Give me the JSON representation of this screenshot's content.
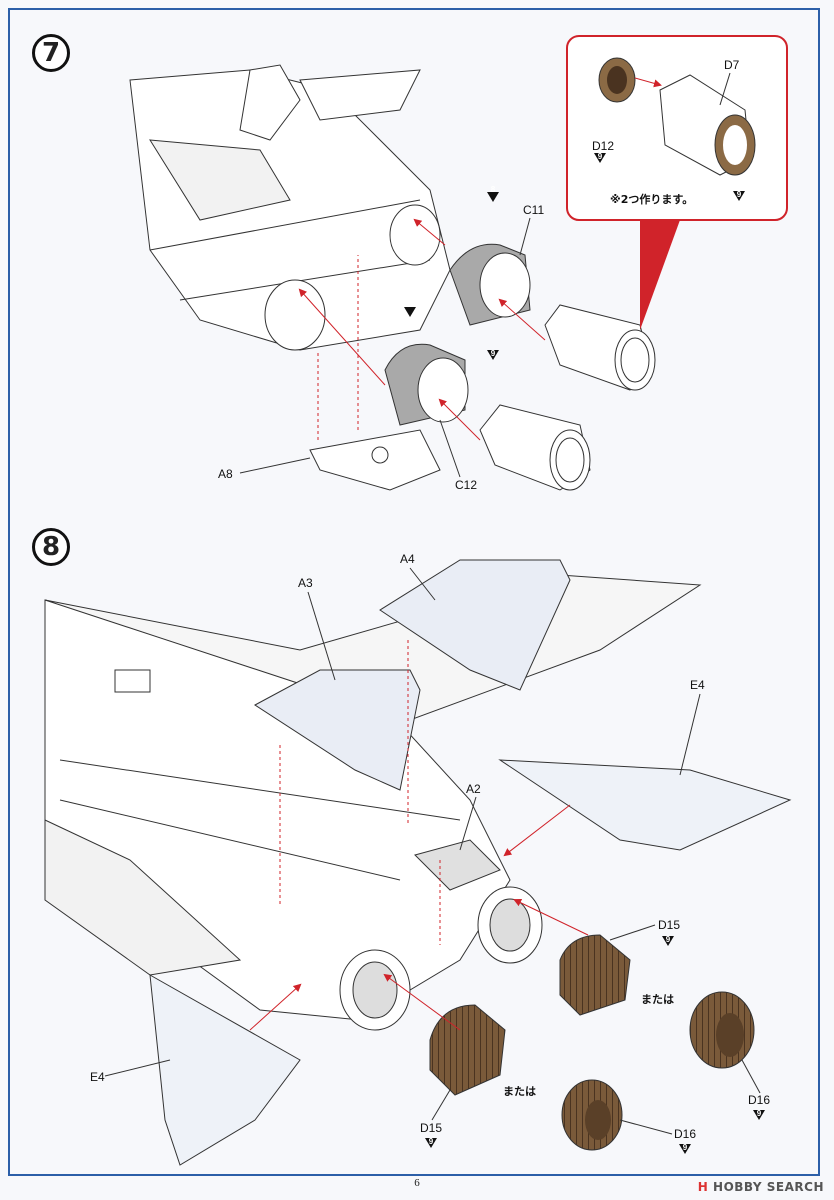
{
  "step7": {
    "number": "7",
    "labels": {
      "a8": "A8",
      "c11": "C11",
      "c12": "C12",
      "d7": "D7",
      "d12": "D12"
    },
    "badge": "9",
    "badge8": "8",
    "note": "※2つ作ります。"
  },
  "step8": {
    "number": "8",
    "labels": {
      "a2": "A2",
      "a3": "A3",
      "a4": "A4",
      "e4_top": "E4",
      "e4_bottom": "E4",
      "d15_top": "D15",
      "d15_bottom": "D15",
      "d16_top": "D16",
      "d16_bottom": "D16"
    },
    "badge": "9",
    "or_text": "または"
  },
  "footer": {
    "page_number": "6",
    "watermark_mark": "H",
    "watermark_text": "HOBBY SEARCH"
  },
  "colors": {
    "leader_red": "#d0232a",
    "frame_blue": "#2c5fa8",
    "nozzle_brown": "#8b6a45",
    "grey_part": "#a9a9a9"
  }
}
